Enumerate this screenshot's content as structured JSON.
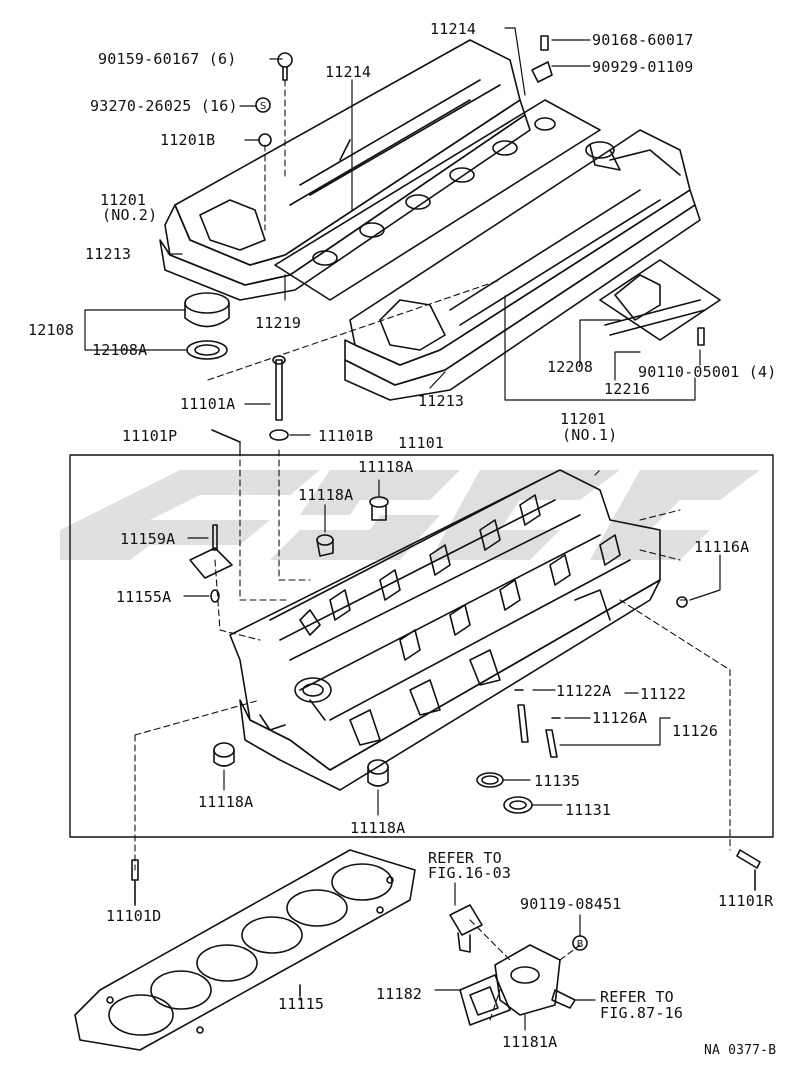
{
  "diagram": {
    "labels": {
      "p11214_top": "11214",
      "p90168": "90168-60017",
      "p90159": "90159-60167 (6)",
      "p11214_mid": "11214",
      "p90929": "90929-01109",
      "p93270": "93270-26025 (16)",
      "p11201B": "11201B",
      "p11201_no2_a": "11201",
      "p11201_no2_b": "(NO.2)",
      "p11213_left": "11213",
      "p12108": "12108",
      "p12108A": "12108A",
      "p11219": "11219",
      "p12208": "12208",
      "p90110": "90110-05001 (4)",
      "p12216": "12216",
      "p11213_right": "11213",
      "p11101A": "11101A",
      "p11201_no1_a": "11201",
      "p11201_no1_b": "(NO.1)",
      "p11101P": "11101P",
      "p11101B": "11101B",
      "p11101": "11101",
      "p11118A_1": "11118A",
      "p11118A_2": "11118A",
      "p11159A": "11159A",
      "p11116A": "11116A",
      "p11155A": "11155A",
      "p11122A": "11122A",
      "p11122": "11122",
      "p11126A": "11126A",
      "p11126": "11126",
      "p11118A_3": "11118A",
      "p11135": "11135",
      "p11131": "11131",
      "p11118A_4": "11118A",
      "refer1_a": "REFER TO",
      "refer1_b": "FIG.16-03",
      "p90119": "90119-08451",
      "p11101D": "11101D",
      "p11101R": "11101R",
      "p11115": "11115",
      "p11182": "11182",
      "refer2_a": "REFER TO",
      "refer2_b": "FIG.87-16",
      "p11181A": "11181A",
      "code": "NA 0377-B"
    }
  }
}
